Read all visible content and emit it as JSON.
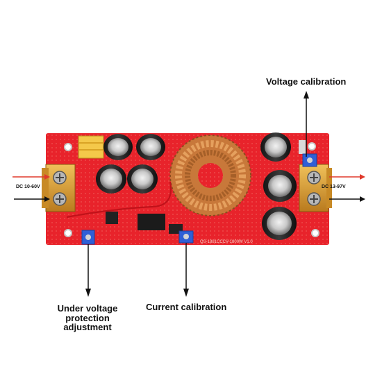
{
  "labels": {
    "voltage_calibration": "Voltage calibration",
    "current_calibration": "Current calibration",
    "under_voltage_lines": [
      "Under voltage",
      "protection",
      "adjustment"
    ],
    "input_range": "DC 10-60V",
    "output_range": "DC 13-97V"
  },
  "board": {
    "silkscreen_model": "QS-1881CCCV-1800W V1.0"
  },
  "colors": {
    "pcb": "#e8232b",
    "terminal_body": "#d89a2a",
    "pot": "#2f5fd6",
    "copper": "#c8783a",
    "arrow_in": "#e0392b",
    "arrow_line": "#111111"
  }
}
